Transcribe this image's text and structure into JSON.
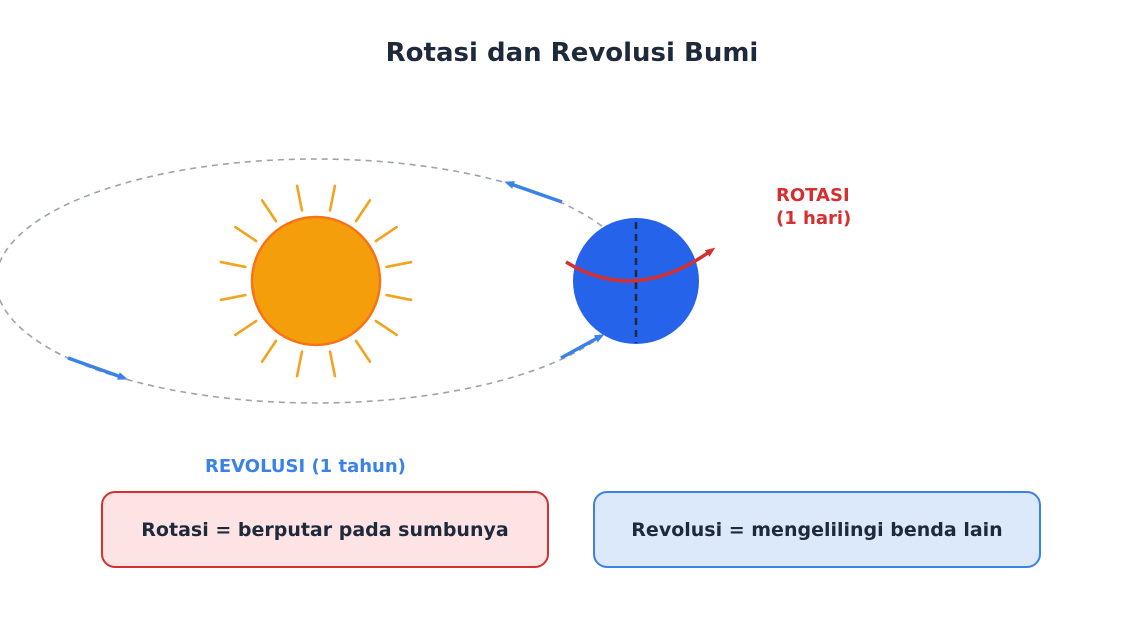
{
  "title": "Rotasi dan Revolusi Bumi",
  "labels": {
    "rotation_line1": "ROTASI",
    "rotation_line2": "(1 hari)",
    "revolution": "REVOLUSI (1 tahun)"
  },
  "boxes": {
    "rotation": "Rotasi = berputar pada sumbunya",
    "revolution": "Revolusi = mengelilingi benda lain"
  },
  "colors": {
    "sun_fill": "#f59e0b",
    "sun_stroke": "#f97316",
    "sun_rays": "#f0a420",
    "earth_fill": "#2563eb",
    "orbit": "#9ca3af",
    "revolution_arrow": "#3b82e6",
    "rotation_arrow": "#d62f2f",
    "axis": "#1e293b"
  }
}
